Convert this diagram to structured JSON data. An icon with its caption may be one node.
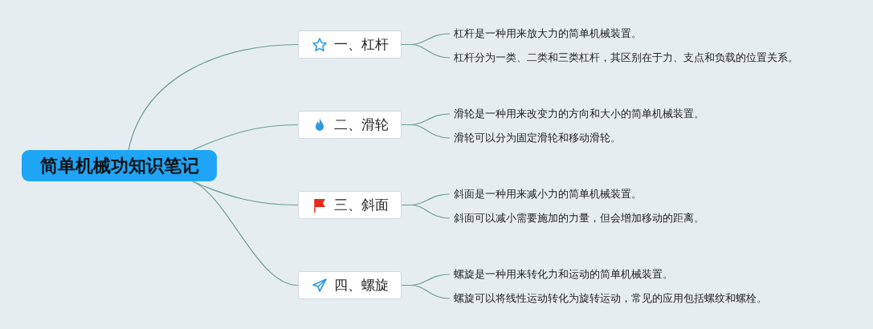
{
  "diagram": {
    "nodes": [
      {
        "text": [
          "简单机械功知识笔记"
        ]
      },
      {
        "text": [
          "一、杠杆"
        ]
      },
      {
        "text": [
          "二、滑轮"
        ]
      },
      {
        "text": [
          "三、斜面"
        ]
      },
      {
        "text": [
          "四、螺旋"
        ]
      },
      {
        "text": [
          "杠杆是一种用来放大力的简单机械装置。"
        ]
      },
      {
        "text": [
          "杠杆分为一类、二类和三类杠杆，其区别在于力、支点和负载的位置关系。"
        ]
      },
      {
        "text": [
          "滑轮是一种用来改变力的方向和大小的简单机械装置。"
        ]
      },
      {
        "text": [
          "滑轮可以分为固定滑轮和移动滑轮。"
        ]
      },
      {
        "text": [
          "斜面是一种用来减小力的简单机械装置。"
        ]
      },
      {
        "text": [
          "斜面可以减小需要施加的力量，但会增加移动的距离。"
        ]
      },
      {
        "text": [
          "螺旋是一种用来转化力和运动的简单机械装置。"
        ]
      },
      {
        "text": [
          "螺旋可以将线性运动转化为旋转运动，常见的应用包括螺纹和螺栓。"
        ]
      }
    ],
    "edges": [
      {
        "from": 0,
        "to": 1,
        "arrow": "none"
      },
      {
        "from": 0,
        "to": 2,
        "arrow": "none"
      },
      {
        "from": 0,
        "to": 3,
        "arrow": "none"
      },
      {
        "from": 0,
        "to": 4,
        "arrow": "none"
      },
      {
        "from": 1,
        "to": 5,
        "arrow": "none"
      },
      {
        "from": 1,
        "to": 6,
        "arrow": "none"
      },
      {
        "from": 2,
        "to": 7,
        "arrow": "none"
      },
      {
        "from": 2,
        "to": 8,
        "arrow": "none"
      },
      {
        "from": 3,
        "to": 9,
        "arrow": "none"
      },
      {
        "from": 3,
        "to": 10,
        "arrow": "none"
      },
      {
        "from": 4,
        "to": 11,
        "arrow": "none"
      },
      {
        "from": 4,
        "to": 12,
        "arrow": "none"
      }
    ]
  }
}
